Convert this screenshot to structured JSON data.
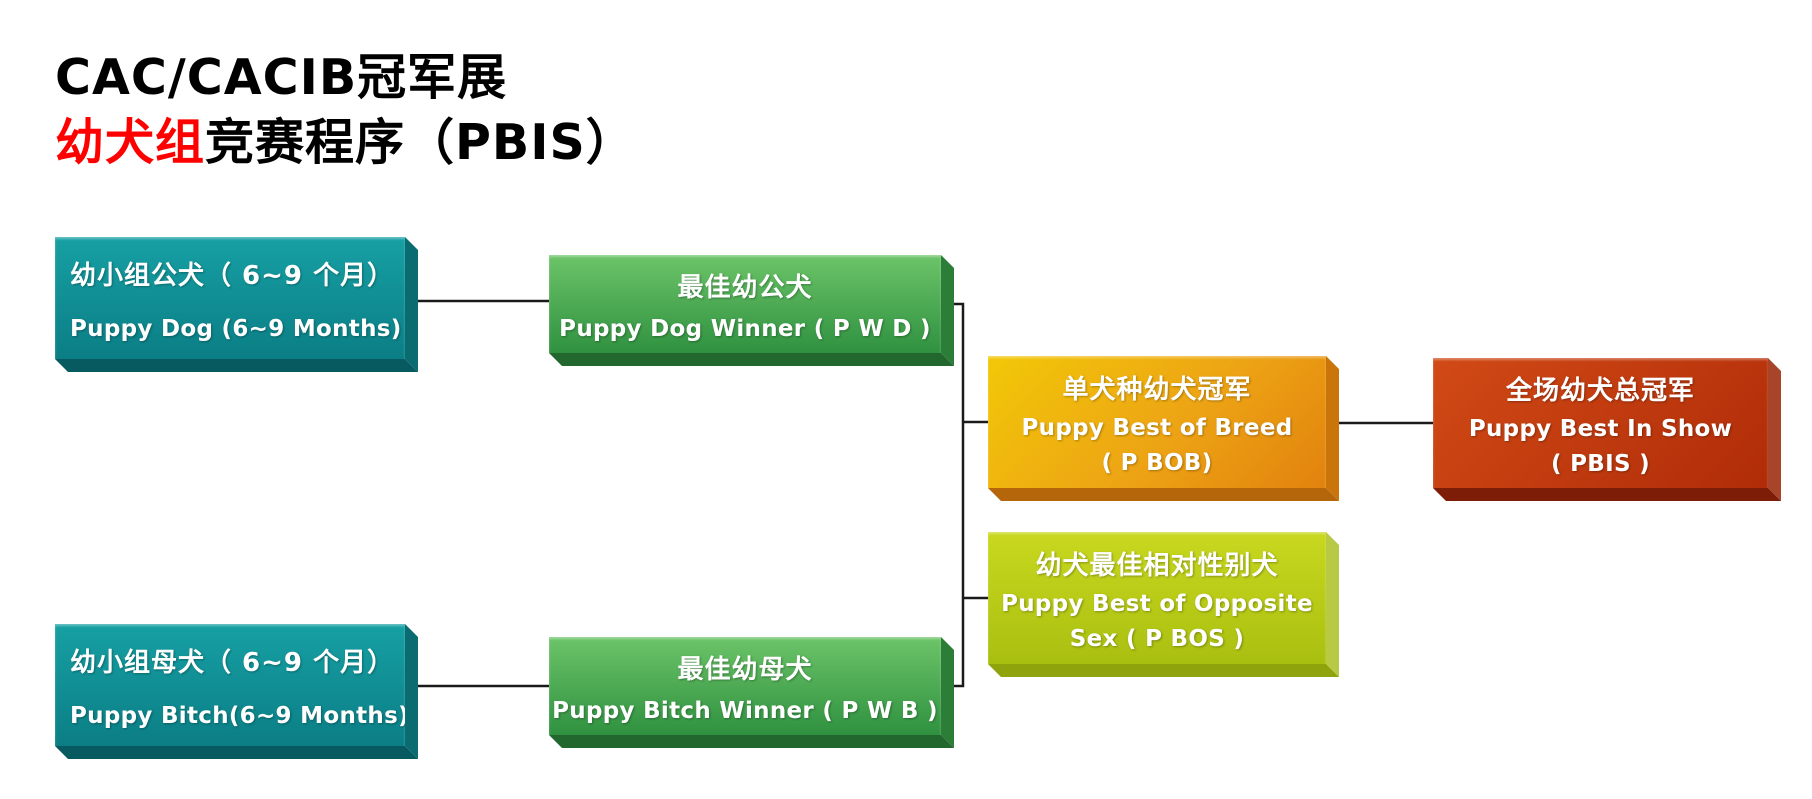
{
  "title": {
    "line1": "CAC/CACIB冠军展",
    "line2_highlight": "幼犬组",
    "line2_rest": "竞赛程序（PBIS）"
  },
  "nodes": {
    "puppy_dog_class": {
      "lines": [
        "幼小组公犬（ 6~9 个月）",
        "Puppy  Dog (6~9 Months)"
      ]
    },
    "puppy_bitch_class": {
      "lines": [
        "幼小组母犬（ 6~9 个月）",
        "Puppy  Bitch(6~9 Months)"
      ]
    },
    "puppy_dog_winner": {
      "lines": [
        "最佳幼公犬",
        "Puppy  Dog Winner ( P W D )"
      ]
    },
    "puppy_bitch_winner": {
      "lines": [
        "最佳幼母犬",
        "Puppy Bitch Winner ( P  W B )"
      ]
    },
    "puppy_bob": {
      "lines": [
        "单犬种幼犬冠军",
        "Puppy  Best  of Breed",
        "( P BOB)"
      ]
    },
    "puppy_bos": {
      "lines": [
        "幼犬最佳相对性别犬",
        "Puppy Best  of Opposite",
        "Sex ( P BOS )"
      ]
    },
    "pbis": {
      "lines": [
        "全场幼犬总冠军",
        "Puppy  Best  In Show",
        "( PBIS )"
      ]
    }
  },
  "colors": {
    "teal_box": "#0d8a8f",
    "green_box": "#3fa04a",
    "gold_box": "#e9a312",
    "chartreuse_box": "#b6c916",
    "red_box": "#c03a10",
    "title_highlight": "#fe0000",
    "connector": "#1a1a1a"
  }
}
